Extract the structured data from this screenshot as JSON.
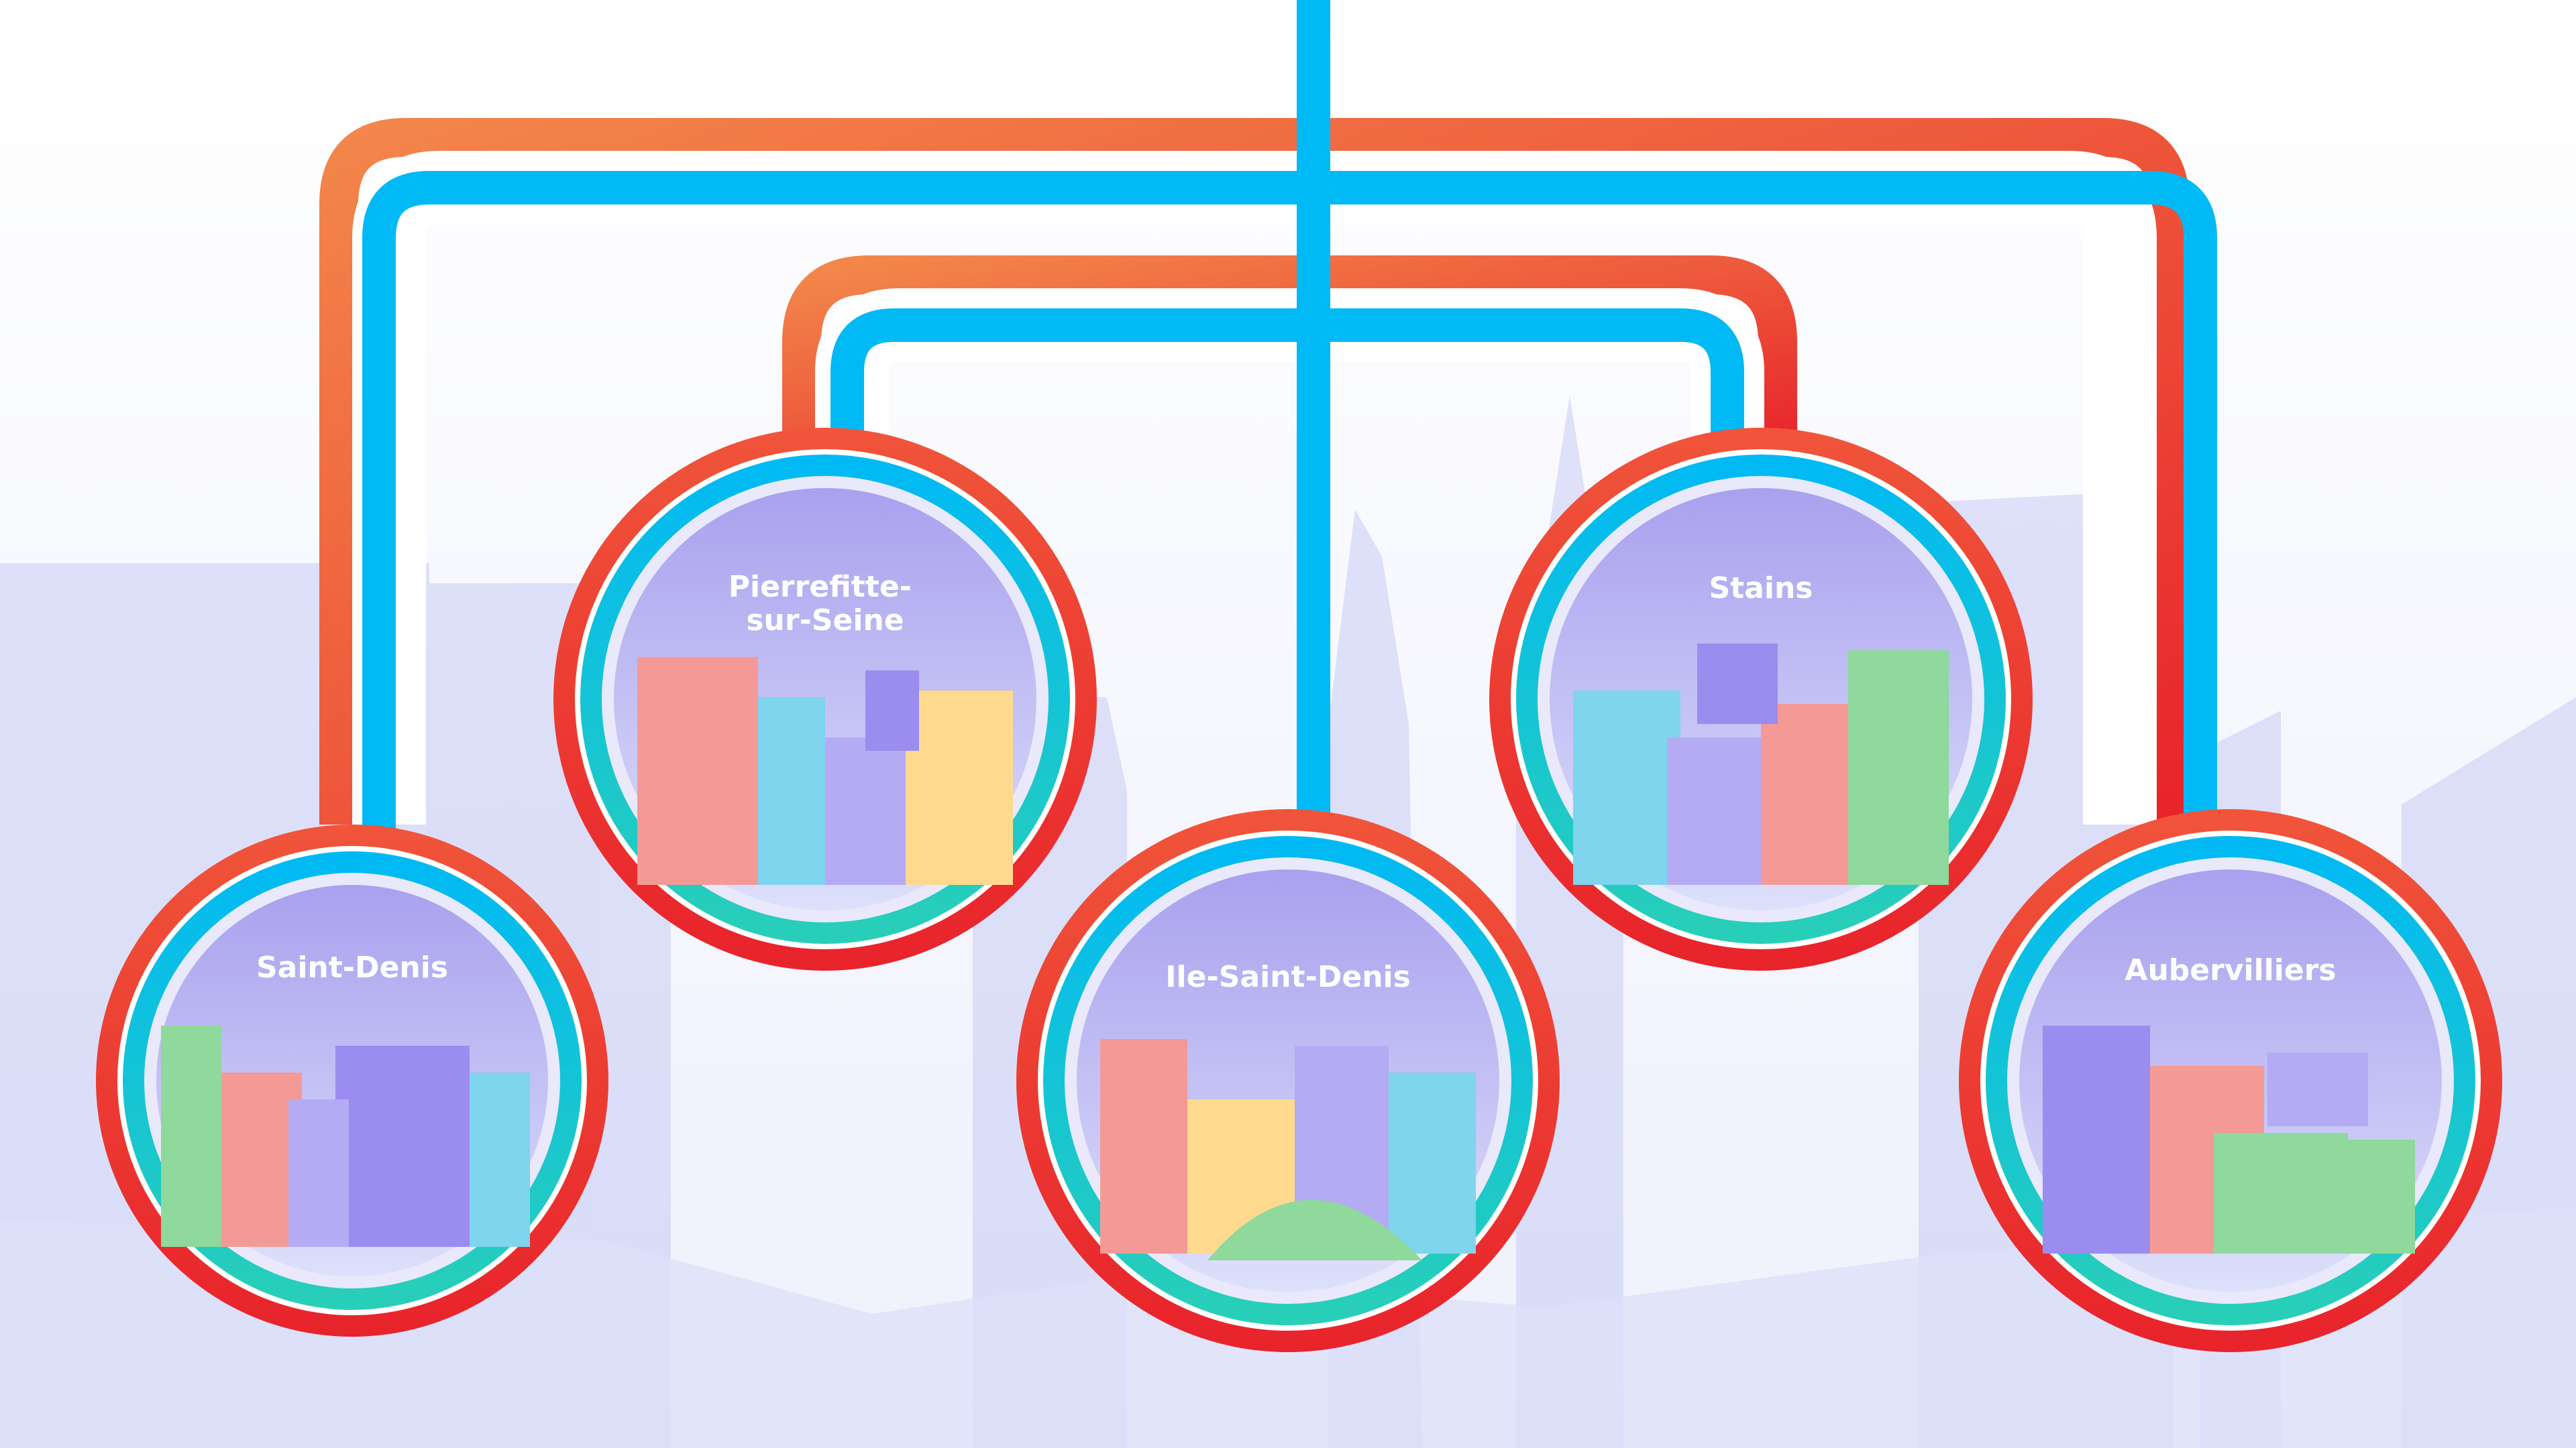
{
  "colors": {
    "pipe_red": "#ee3b2c",
    "pipe_orange": "#f27a45",
    "pipe_blue": "#00b9f5",
    "ring_teal": "#29cfb7",
    "skyline": "#c9ccf4",
    "tile_sky": "#b0aaf0"
  },
  "diagram": {
    "nodes": [
      {
        "id": "saint-denis",
        "label_lines": [
          "Saint-Denis"
        ]
      },
      {
        "id": "pierrefitte",
        "label_lines": [
          "Pierrefitte-",
          "sur-Seine"
        ]
      },
      {
        "id": "ile-saint-denis",
        "label_lines": [
          "Ile-Saint-Denis"
        ]
      },
      {
        "id": "stains",
        "label_lines": [
          "Stains"
        ]
      },
      {
        "id": "aubervilliers",
        "label_lines": [
          "Aubervilliers"
        ]
      }
    ]
  }
}
